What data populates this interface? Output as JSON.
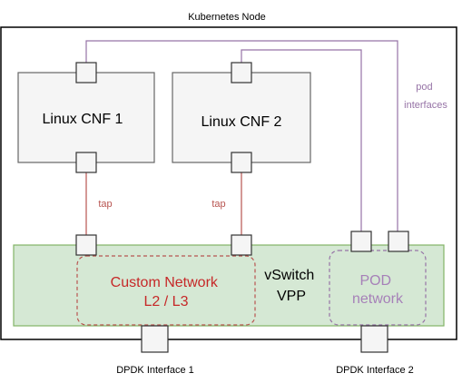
{
  "title": "Kubernetes Node",
  "cnf1": {
    "label": "Linux CNF 1"
  },
  "cnf2": {
    "label": "Linux CNF 2"
  },
  "tap1": {
    "label": "tap"
  },
  "tap2": {
    "label": "tap"
  },
  "pod_interfaces": {
    "line1": "pod",
    "line2": "interfaces"
  },
  "custom_network": {
    "line1": "Custom Network",
    "line2": "L2 / L3"
  },
  "vswitch": {
    "line1": "vSwitch",
    "line2": "VPP"
  },
  "pod_network": {
    "line1": "POD",
    "line2": "network"
  },
  "dpdk1": {
    "label": "DPDK Interface 1"
  },
  "dpdk2": {
    "label": "DPDK Interface 2"
  },
  "colors": {
    "tap_line": "#b85450",
    "pod_line": "#9673a6",
    "vswitch_fill": "#d5e8d4",
    "vswitch_stroke": "#82b366",
    "box_fill": "#f5f5f5",
    "box_stroke": "#666666",
    "custom_text": "#c62828",
    "pod_text": "#a680b8"
  }
}
